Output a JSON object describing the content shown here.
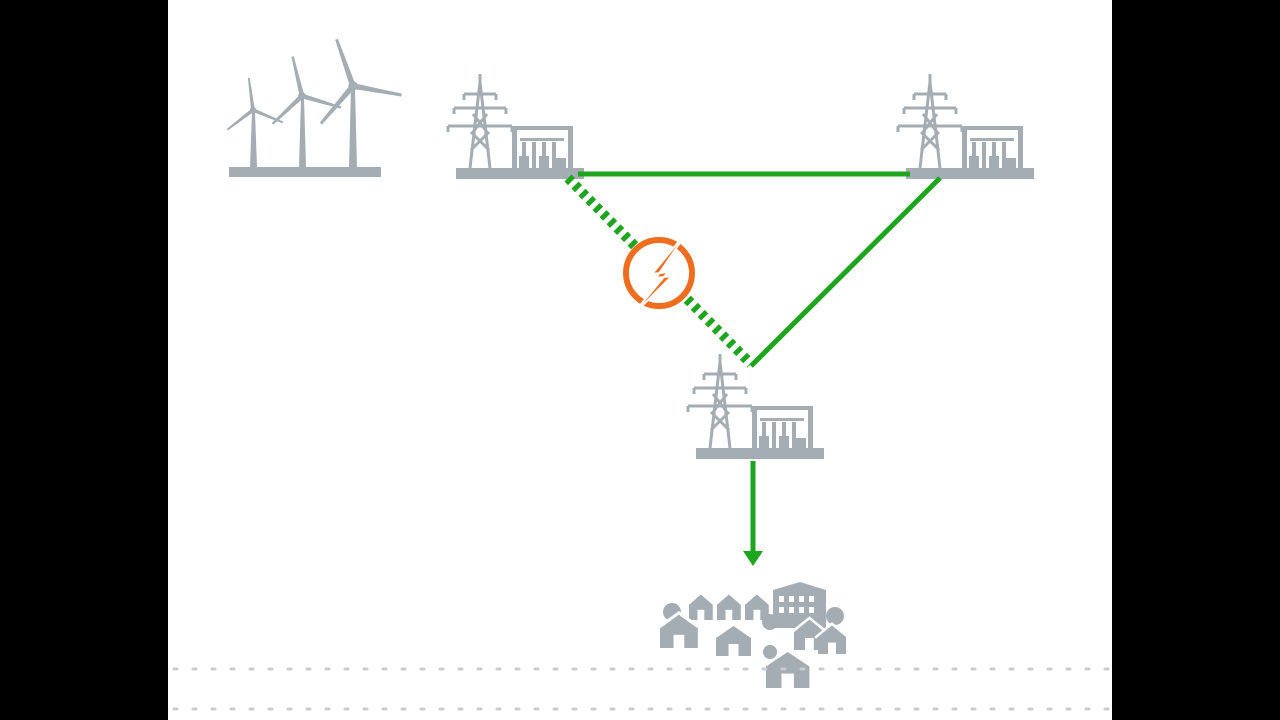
{
  "colors": {
    "background": "#ffffff",
    "letterbox": "#000000",
    "icon_gray": "#a3adb3",
    "icon_gray_dark": "#8f999f",
    "power_line_green": "#1ea51e",
    "fault_orange": "#ef6d1f",
    "dots_gray": "#c8ccce"
  },
  "diagram": {
    "nodes": [
      {
        "id": "wind-farm",
        "icon": "wind-turbines-icon"
      },
      {
        "id": "substation-west",
        "icon": "substation-icon"
      },
      {
        "id": "substation-east",
        "icon": "substation-icon"
      },
      {
        "id": "substation-south",
        "icon": "substation-icon"
      },
      {
        "id": "town",
        "icon": "town-buildings-icon"
      }
    ],
    "links": [
      {
        "from": "substation-west",
        "to": "substation-east",
        "style": "solid",
        "status": "active"
      },
      {
        "from": "substation-east",
        "to": "substation-south",
        "style": "solid",
        "status": "active"
      },
      {
        "from": "substation-west",
        "to": "substation-south",
        "style": "dashed",
        "status": "fault"
      },
      {
        "from": "substation-south",
        "to": "town",
        "style": "arrow",
        "status": "active"
      }
    ],
    "fault_marker": {
      "icon": "lightning-fault-icon",
      "on_link": "substation-west-to-substation-south"
    }
  }
}
